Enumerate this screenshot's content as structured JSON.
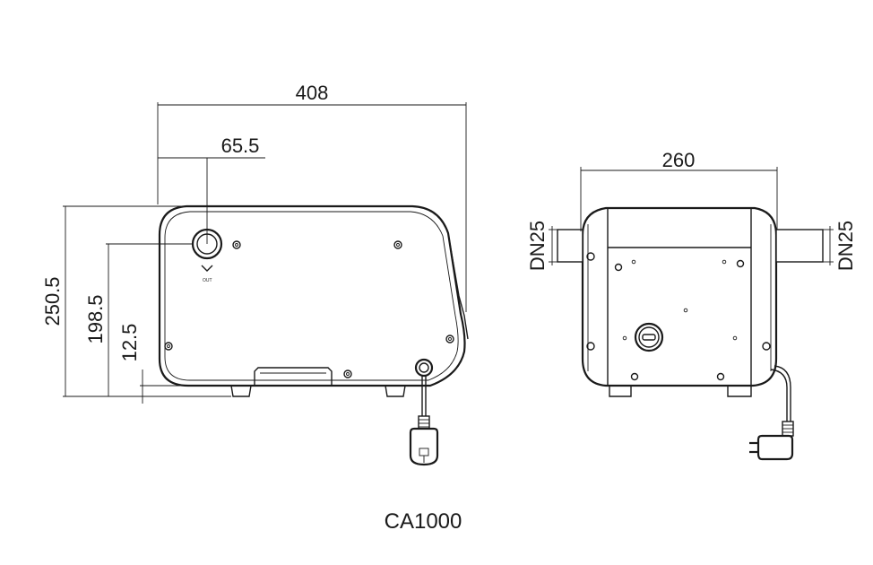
{
  "drawing": {
    "model_label": "CA1000",
    "front_view": {
      "width_dim": "408",
      "outlet_offset_dim": "65.5",
      "height_dim": "250.5",
      "outlet_height_dim": "198.5",
      "base_height_dim": "12.5",
      "outlet_marking": "OUT"
    },
    "side_view": {
      "width_dim": "260",
      "left_pipe_dim": "DN25",
      "right_pipe_dim": "DN25"
    }
  }
}
